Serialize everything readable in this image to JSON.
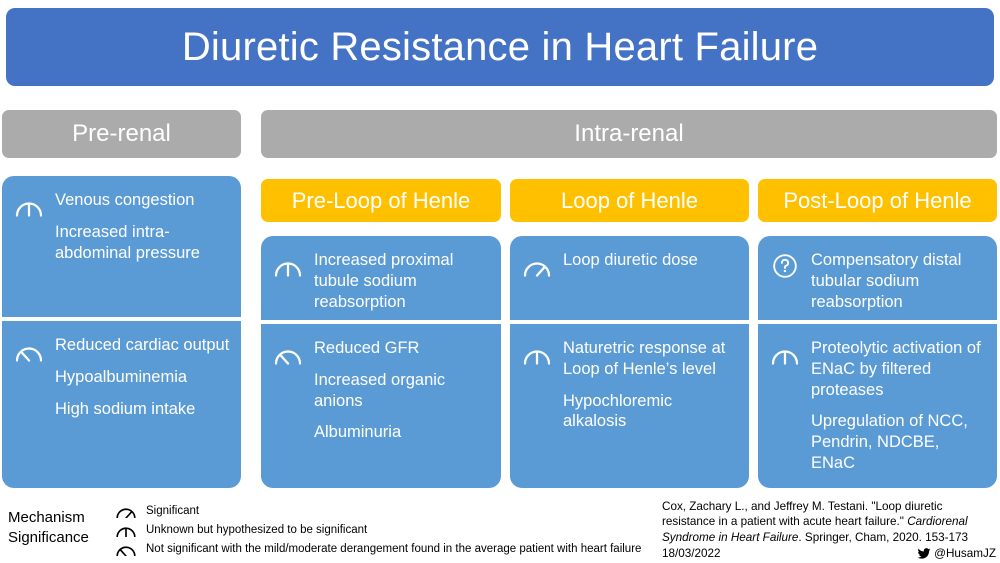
{
  "header": {
    "title": "Diuretic Resistance in Heart Failure"
  },
  "categories": {
    "prerenal": "Pre-renal",
    "intrarenal": "Intra-renal"
  },
  "subheaders": {
    "preloop": "Pre-Loop of Henle",
    "loop": "Loop of Henle",
    "postloop": "Post-Loop of Henle"
  },
  "columns": {
    "prerenal": {
      "top": {
        "icon": "gauge-unknown-icon",
        "lines": [
          "Venous congestion",
          "Increased intra-abdominal pressure"
        ]
      },
      "bottom": {
        "icon": "gauge-not-significant-icon",
        "lines": [
          "Reduced cardiac output",
          "Hypoalbuminemia",
          "High sodium intake"
        ]
      }
    },
    "preloop": {
      "top": {
        "icon": "gauge-unknown-icon",
        "lines": [
          "Increased proximal tubule sodium reabsorption"
        ]
      },
      "bottom": {
        "icon": "gauge-not-significant-icon",
        "lines": [
          "Reduced GFR",
          "Increased organic anions",
          "Albuminuria"
        ]
      }
    },
    "loop": {
      "top": {
        "icon": "gauge-significant-icon",
        "lines": [
          "Loop diuretic dose"
        ]
      },
      "bottom": {
        "icon": "gauge-unknown-icon",
        "lines": [
          "Naturetric response at Loop of Henle’s level",
          "Hypochloremic alkalosis"
        ]
      }
    },
    "postloop": {
      "top": {
        "icon": "question-mark-icon",
        "lines": [
          "Compensatory distal tubular sodium reabsorption"
        ]
      },
      "bottom": {
        "icon": "gauge-unknown-icon",
        "lines": [
          "Proteolytic activation of ENaC by filtered proteases",
          "Upregulation of NCC, Pendrin, NDCBE, ENaC"
        ]
      }
    }
  },
  "legend": {
    "label_line1": "Mechanism",
    "label_line2": "Significance",
    "rows": [
      {
        "icon": "gauge-significant-icon",
        "text": "Significant"
      },
      {
        "icon": "gauge-unknown-icon",
        "text": "Unknown but hypothesized to be significant"
      },
      {
        "icon": "gauge-not-significant-icon",
        "text": "Not significant with the mild/moderate derangement found in the average patient with heart failure"
      }
    ]
  },
  "citation": {
    "part1": "Cox, Zachary L., and Jeffrey M. Testani. \"Loop diuretic resistance in a patient with acute heart failure.\" ",
    "italic": "Cardiorenal Syndrome in Heart Failure",
    "part2": ". Springer, Cham, 2020. 153-173",
    "date": "18/03/2022",
    "handle": "@HusamJZ",
    "handle_icon": "twitter-bird-icon"
  },
  "colors": {
    "title_blue": "#4472C4",
    "card_blue": "#5B9BD5",
    "category_grey": "#ABABAB",
    "subheader_yellow": "#FFC000",
    "text_white": "#FFFFFF",
    "text_black": "#000000"
  }
}
